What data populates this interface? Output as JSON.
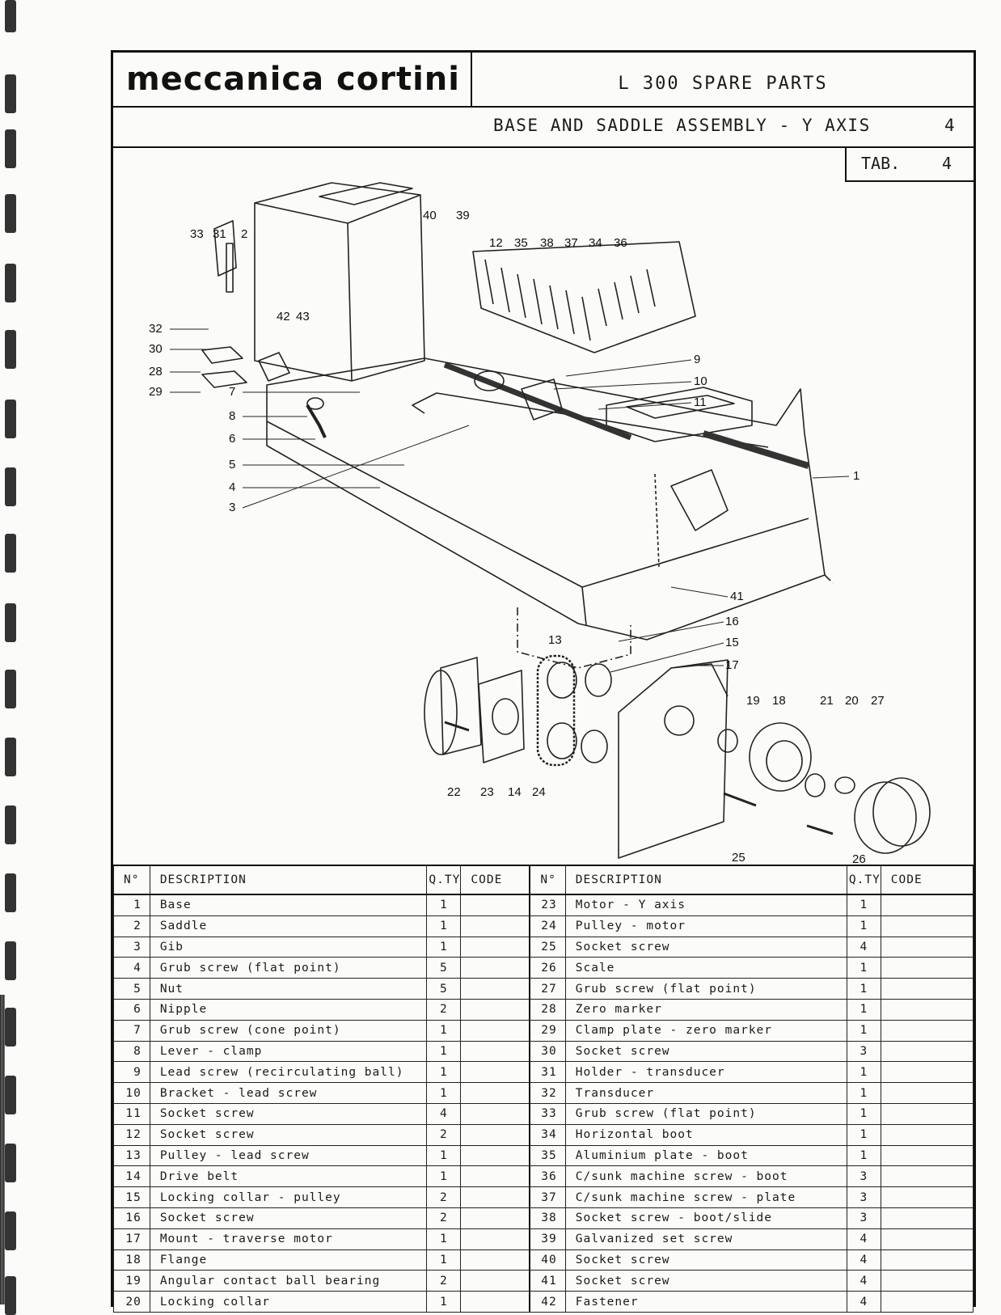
{
  "header": {
    "logo": "meccanica cortini",
    "title": "L 300  SPARE PARTS",
    "subtitle": "BASE AND SADDLE ASSEMBLY - Y AXIS",
    "subtitle_number": "4",
    "tab_label": "TAB.",
    "tab_number": "4"
  },
  "drawing": {
    "callouts": [
      "1",
      "2",
      "3",
      "4",
      "5",
      "6",
      "7",
      "8",
      "9",
      "10",
      "11",
      "12",
      "13",
      "14",
      "15",
      "16",
      "17",
      "18",
      "19",
      "20",
      "21",
      "22",
      "23",
      "24",
      "25",
      "26",
      "27",
      "28",
      "29",
      "30",
      "31",
      "32",
      "33",
      "34",
      "35",
      "36",
      "37",
      "38",
      "39",
      "40",
      "41",
      "42",
      "43"
    ]
  },
  "table": {
    "columns": [
      "N°",
      "DESCRIPTION",
      "Q.TY",
      "CODE"
    ],
    "left": [
      {
        "no": "1",
        "desc": "Base",
        "qty": "1"
      },
      {
        "no": "2",
        "desc": "Saddle",
        "qty": "1"
      },
      {
        "no": "3",
        "desc": "Gib",
        "qty": "1"
      },
      {
        "no": "4",
        "desc": "Grub screw (flat point)",
        "qty": "5"
      },
      {
        "no": "5",
        "desc": "Nut",
        "qty": "5"
      },
      {
        "no": "6",
        "desc": "Nipple",
        "qty": "2"
      },
      {
        "no": "7",
        "desc": "Grub screw (cone point)",
        "qty": "1"
      },
      {
        "no": "8",
        "desc": "Lever - clamp",
        "qty": "1"
      },
      {
        "no": "9",
        "desc": "Lead screw (recirculating ball)",
        "qty": "1"
      },
      {
        "no": "10",
        "desc": "Bracket - lead screw",
        "qty": "1"
      },
      {
        "no": "11",
        "desc": "Socket screw",
        "qty": "4"
      },
      {
        "no": "12",
        "desc": "Socket screw",
        "qty": "2"
      },
      {
        "no": "13",
        "desc": "Pulley - lead screw",
        "qty": "1"
      },
      {
        "no": "14",
        "desc": "Drive belt",
        "qty": "1"
      },
      {
        "no": "15",
        "desc": "Locking collar - pulley",
        "qty": "2"
      },
      {
        "no": "16",
        "desc": "Socket screw",
        "qty": "2"
      },
      {
        "no": "17",
        "desc": "Mount - traverse motor",
        "qty": "1"
      },
      {
        "no": "18",
        "desc": "Flange",
        "qty": "1"
      },
      {
        "no": "19",
        "desc": "Angular contact ball bearing",
        "qty": "2"
      },
      {
        "no": "20",
        "desc": "Locking collar",
        "qty": "1"
      }
    ],
    "right": [
      {
        "no": "23",
        "desc": "Motor - Y axis",
        "qty": "1"
      },
      {
        "no": "24",
        "desc": "Pulley - motor",
        "qty": "1"
      },
      {
        "no": "25",
        "desc": "Socket screw",
        "qty": "4"
      },
      {
        "no": "26",
        "desc": "Scale",
        "qty": "1"
      },
      {
        "no": "27",
        "desc": "Grub screw (flat point)",
        "qty": "1"
      },
      {
        "no": "28",
        "desc": "Zero marker",
        "qty": "1"
      },
      {
        "no": "29",
        "desc": "Clamp plate - zero marker",
        "qty": "1"
      },
      {
        "no": "30",
        "desc": "Socket screw",
        "qty": "3"
      },
      {
        "no": "31",
        "desc": "Holder - transducer",
        "qty": "1"
      },
      {
        "no": "32",
        "desc": "Transducer",
        "qty": "1"
      },
      {
        "no": "33",
        "desc": "Grub screw (flat point)",
        "qty": "1"
      },
      {
        "no": "34",
        "desc": "Horizontal boot",
        "qty": "1"
      },
      {
        "no": "35",
        "desc": "Aluminium plate - boot",
        "qty": "1"
      },
      {
        "no": "36",
        "desc": "C/sunk machine screw - boot",
        "qty": "3"
      },
      {
        "no": "37",
        "desc": "C/sunk machine screw - plate",
        "qty": "3"
      },
      {
        "no": "38",
        "desc": "Socket screw - boot/slide",
        "qty": "3"
      },
      {
        "no": "39",
        "desc": "Galvanized set screw",
        "qty": "4"
      },
      {
        "no": "40",
        "desc": "Socket screw",
        "qty": "4"
      },
      {
        "no": "41",
        "desc": "Socket screw",
        "qty": "4"
      },
      {
        "no": "42",
        "desc": "Fastener",
        "qty": "4"
      }
    ]
  }
}
